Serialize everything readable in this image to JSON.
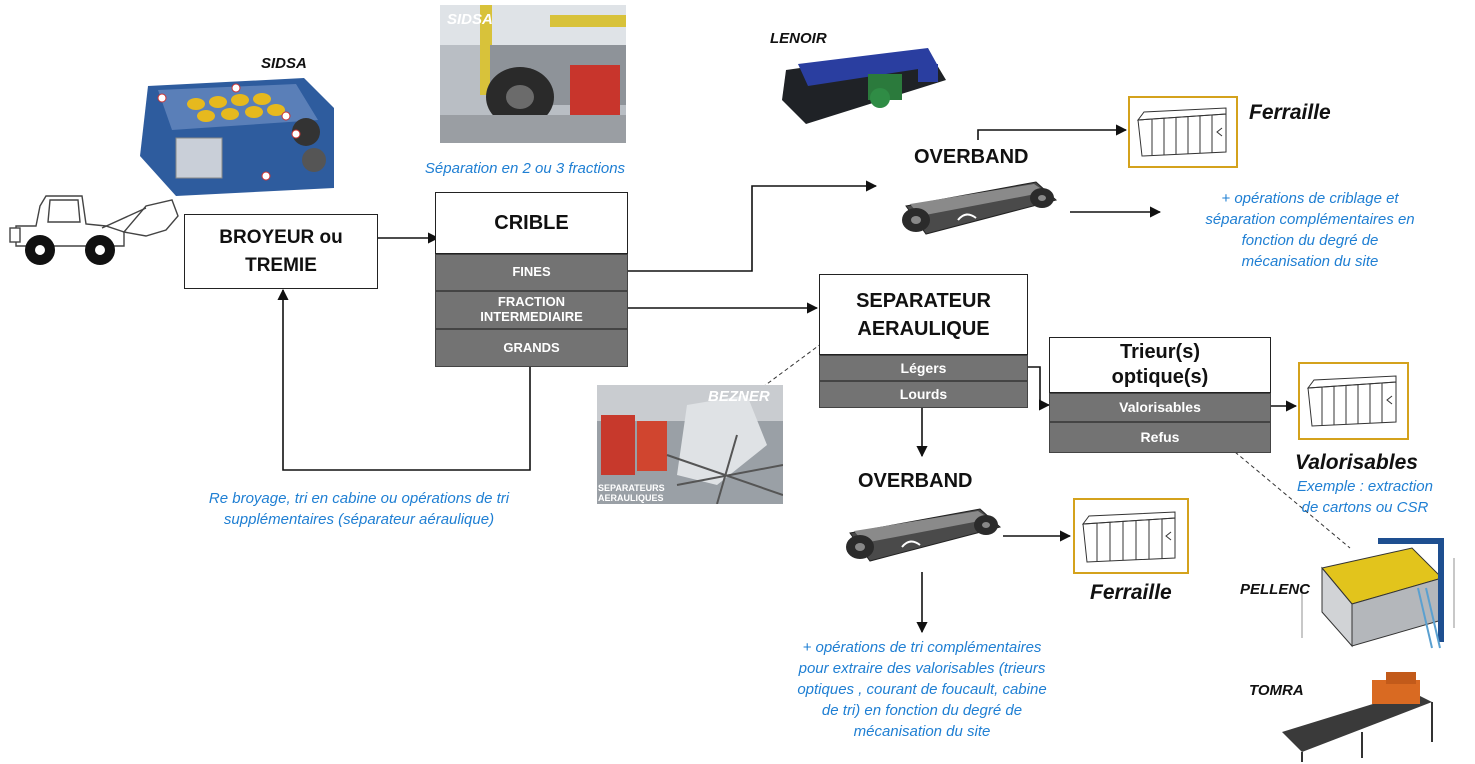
{
  "brands": {
    "sidsa_1": "SIDSA",
    "sidsa_2": "SIDSA",
    "lenoir": "LENOIR",
    "bezner": "BEZNER",
    "pellenc": "PELLENC",
    "tomra": "TOMRA"
  },
  "photo_texts": {
    "bezner_caption_1": "SEPARATEURS",
    "bezner_caption_2": "AERAULIQUES"
  },
  "broyeur": {
    "line1": "BROYEUR ou",
    "line2": "TREMIE"
  },
  "crible": {
    "title": "CRIBLE",
    "fines": "FINES",
    "fraction_1": "FRACTION",
    "fraction_2": "INTERMEDIAIRE",
    "grands": "GRANDS"
  },
  "separateur": {
    "line1": "SEPARATEUR",
    "line2": "AERAULIQUE",
    "legers": "Légers",
    "lourds": "Lourds"
  },
  "trieur": {
    "line1": "Trieur(s)",
    "line2": "optique(s)",
    "valorisables": "Valorisables",
    "refus": "Refus"
  },
  "overband_top": "OVERBAND",
  "overband_bottom": "OVERBAND",
  "outputs": {
    "ferraille_top": "Ferraille",
    "ferraille_bottom": "Ferraille",
    "valorisables": "Valorisables"
  },
  "notes": {
    "separation": "Séparation en 2 ou 3 fractions",
    "criblage": [
      "+ opérations de criblage et",
      "séparation complémentaires en",
      "fonction du degré de",
      "mécanisation du site"
    ],
    "rebroyage": [
      "Re broyage, tri en cabine ou opérations de tri",
      "supplémentaires (séparateur aéraulique)"
    ],
    "exemple": [
      "Exemple : extraction",
      "de cartons ou CSR"
    ],
    "tri_complementaire": [
      "+ opérations de tri complémentaires",
      "pour extraire des valorisables (trieurs",
      "optiques , courant de foucault, cabine",
      "de tri) en fonction du degré de",
      "mécanisation du site"
    ]
  },
  "colors": {
    "note_blue": "#1f7fd3",
    "bin_gold": "#d4a21c",
    "row_grey": "#737373"
  }
}
